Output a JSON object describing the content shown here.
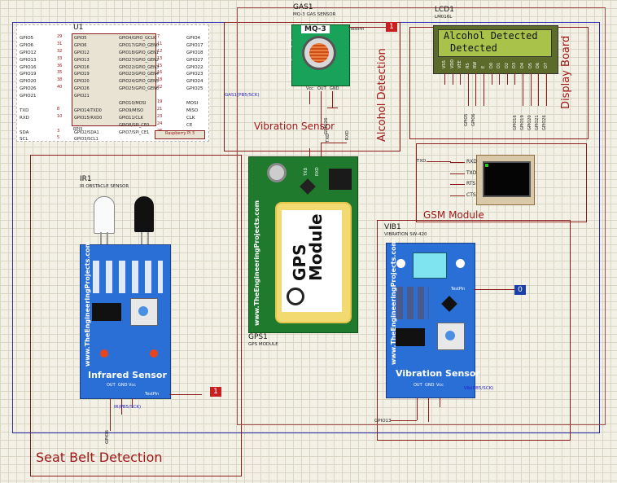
{
  "regions": {
    "seat_belt": "Seat Belt Detection",
    "alcohol": "Alcohol Detection",
    "display": "Display Board",
    "gsm": "GSM Module",
    "vibration": "Vibration Sensor"
  },
  "rpi": {
    "ref": "U1",
    "caption": "Raspberry Pi 3",
    "sub": "RPI3",
    "left_ext": [
      "GPIO5",
      "GPIO6",
      "GPIO12",
      "GPIO13",
      "GPIO16",
      "GPIO19",
      "GPIO20",
      "GPIO26",
      "GPIO21",
      "",
      "TXD",
      "RXD",
      "",
      "SDA",
      "SCL"
    ],
    "left_nums": [
      "29",
      "31",
      "32",
      "33",
      "36",
      "35",
      "38",
      "40",
      "",
      "",
      "8",
      "10",
      "",
      "3",
      "5"
    ],
    "left_int": [
      "GPIO5",
      "GPIO6",
      "GPIO12",
      "GPIO13",
      "GPIO16",
      "GPIO19",
      "GPIO20",
      "GPIO26",
      "GPIO21",
      "",
      "GPIO14/TXD0",
      "GPIO15/RXD0",
      "",
      "GPIO2/SDA1",
      "GPIO3/SCL1"
    ],
    "right_int": [
      "GPIO4/GPIO_GCLK",
      "GPIO17/GPIO_GEN0",
      "GPIO18/GPIO_GEN1",
      "GPIO27/GPIO_GEN2",
      "GPIO22/GPIO_GEN3",
      "GPIO23/GPIO_GEN4",
      "GPIO24/GPIO_GEN5",
      "GPIO25/GPIO_GEN6",
      "",
      "GPIO10/MOSI",
      "GPIO9/MISO",
      "GPIO11/CLK",
      "GPIO8/SPI_CE0",
      "GPIO7/SPI_CE1"
    ],
    "right_nums": [
      "7",
      "11",
      "12",
      "13",
      "15",
      "16",
      "18",
      "22",
      "",
      "19",
      "21",
      "23",
      "24",
      "26"
    ],
    "right_ext": [
      "GPIO4",
      "GPIO17",
      "GPIO18",
      "GPIO27",
      "GPIO22",
      "GPIO23",
      "GPIO24",
      "GPIO25",
      "",
      "MOSI",
      "MISO",
      "CLK",
      "CE",
      "GPIO7"
    ]
  },
  "gas": {
    "ref": "GAS1",
    "sub": "MQ-3 GAS SENSOR",
    "chip": "MQ-3",
    "testpin": "TestPin",
    "pins": [
      "Vcc",
      "OUT",
      "GND"
    ],
    "net_label": "GAS1(PB5/SCK)",
    "gpio": "GPIO26",
    "logic": "1",
    "brand": "www.TheEngineeringProjects.com"
  },
  "lcd": {
    "ref": "LCD1",
    "sub": "LM016L",
    "line1": "Alcohol Detected",
    "line2": "Detected",
    "pins": [
      "VSS",
      "VDD",
      "VEE",
      "RS",
      "RW",
      "E",
      "D0",
      "D1",
      "D2",
      "D3",
      "D4",
      "D5",
      "D6",
      "D7"
    ],
    "gpio_left": [
      "GPIO5",
      "GPIO6"
    ],
    "gpio_right": [
      "GPIO16",
      "GPIO19",
      "GPIO20",
      "GPIO21",
      "GPIO26"
    ]
  },
  "gps": {
    "ref": "GPS1",
    "sub": "GPS MODULE",
    "title1": "GPS",
    "title2": "Module",
    "brand": "www.TheEngineeringProjects.com",
    "pins": [
      "TXD",
      "RXD"
    ],
    "net_txd": "TXD",
    "net_rxd": "RXD"
  },
  "gsm": {
    "pins": [
      "RXD",
      "TXD",
      "RTS",
      "CTS"
    ],
    "net": "TXD"
  },
  "ir": {
    "ref": "IR1",
    "sub": "IR OBSTACLE SENSOR",
    "title": "Infrared Sensor",
    "brand": "www.TheEngineeringProjects.com",
    "pins": [
      "OUT",
      "GND",
      "Vcc"
    ],
    "testpin": "TestPin",
    "net_label": "IR(PB5/SCK)",
    "gpio": "GPIO6",
    "logic": "1"
  },
  "vib": {
    "ref": "VIB1",
    "sub": "VIBRATION SW-420",
    "title": "Vibration Sensor",
    "brand": "www.TheEngineeringProjects.com",
    "pins": [
      "OUT",
      "GND",
      "Vcc"
    ],
    "testpin": "TestPin",
    "net_label": "Vib(PB5/SCK)",
    "gpio": "GPIO13",
    "logic": "0"
  },
  "colors": {
    "frame_red": "#8b1a1a",
    "frame_blue": "#2a2ab0",
    "label_red": "#a01818",
    "pcb_blue": "#2a6fd6",
    "pcb_green": "#1f7a2e",
    "lcd_bg": "#a8c24a"
  }
}
